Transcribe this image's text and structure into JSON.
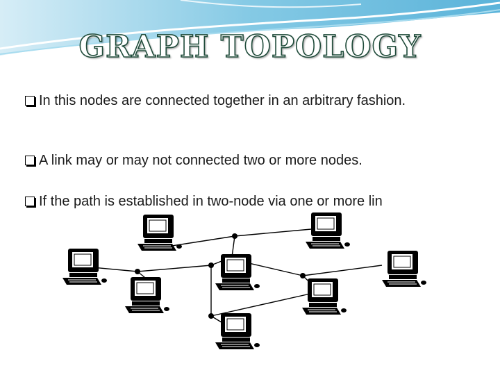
{
  "slide": {
    "title": "GRAPH TOPOLOGY",
    "bullets": [
      "In this nodes are connected together in an arbitrary fashion.",
      "A link may or may not  connected two or more nodes.",
      "If the path is established in two-node via one or more lin"
    ]
  },
  "diagram": {
    "computer_icon": "desktop-computer-icon",
    "colors": {
      "link": "#000000",
      "wave": "#5fb4d9"
    }
  }
}
